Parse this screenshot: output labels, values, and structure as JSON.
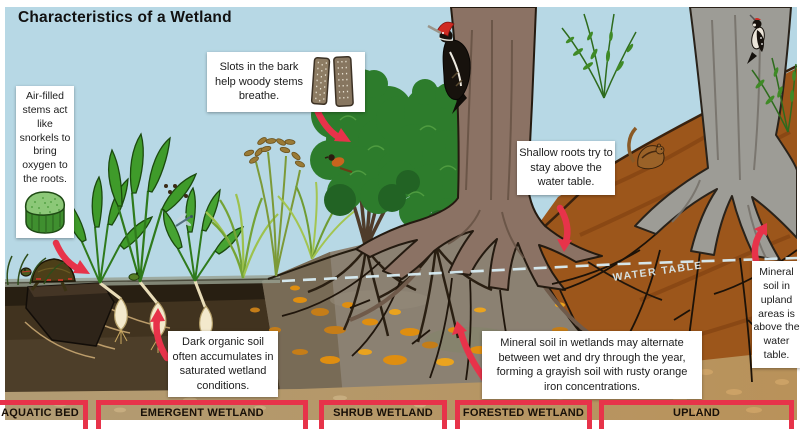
{
  "title": "Characteristics of a Wetland",
  "callouts": {
    "air_filled_stems": "Air-filled stems act like snorkels to bring oxygen to the roots.",
    "bark_slots": "Slots in the bark help woody stems breathe.",
    "dark_organic_soil": "Dark organic soil often accumulates in saturated wetland conditions.",
    "shallow_roots": "Shallow roots try to stay above the water table.",
    "mineral_soil_wetland": "Mineral soil in wetlands may alternate between wet and dry through the year, forming a grayish soil with rusty orange iron concentrations.",
    "mineral_soil_upland": "Mineral soil in upland areas is above the water table."
  },
  "water_table_label": "WATER TABLE",
  "zones": [
    {
      "label": "AQUATIC BED"
    },
    {
      "label": "EMERGENT WETLAND"
    },
    {
      "label": "SHRUB WETLAND"
    },
    {
      "label": "FORESTED WETLAND"
    },
    {
      "label": "UPLAND"
    }
  ],
  "illustrations": [
    "painted-turtle-on-log",
    "frog",
    "dragonfly",
    "pileated-woodpecker",
    "small-woodpecker",
    "songbird",
    "chipmunk",
    "stem-cross-section",
    "bark-samples",
    "ferns",
    "emergent-plants",
    "shrubs",
    "forested-wetland-tree",
    "upland-tree"
  ],
  "colors": {
    "accent_red": "#e7334a",
    "sky": "#b7d8e5",
    "organic_soil": "#3c2f1d",
    "wetland_mineral_soil": "#8b8172",
    "upland_soil": "#9c561b",
    "iron_mottles": "#df8e10",
    "water_table_line": "#d9eef6",
    "callout_background": "#ffffff",
    "text": "#1a1a1a"
  }
}
